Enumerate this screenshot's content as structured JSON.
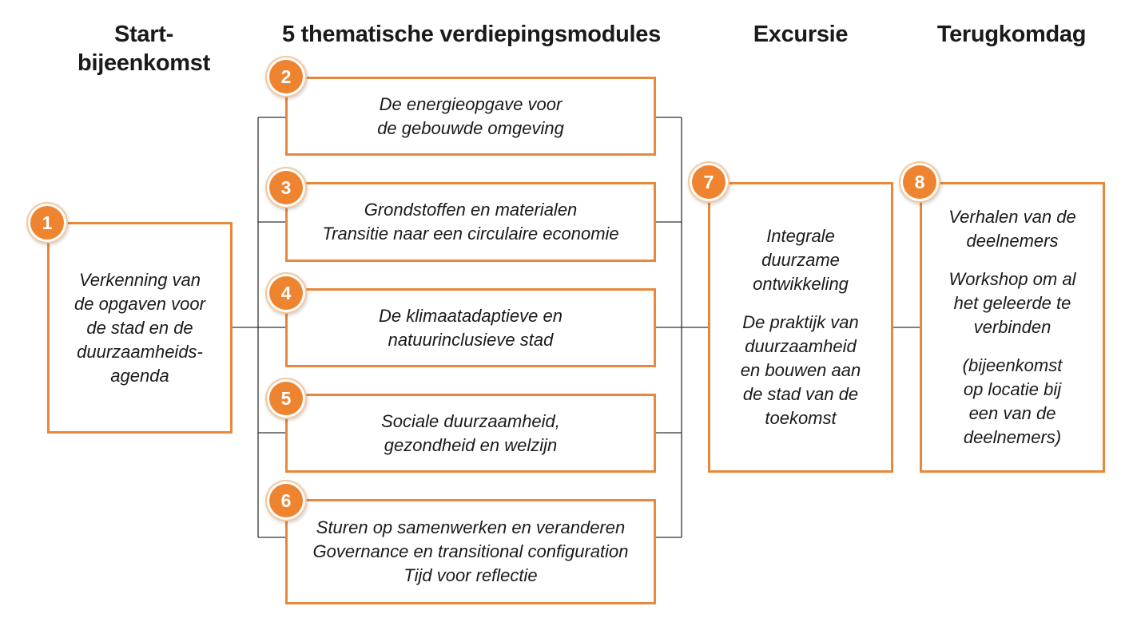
{
  "headings": {
    "start": [
      "Start-",
      "bijeenkomst"
    ],
    "modules": "5 thematische verdiepingsmodules",
    "excursion": "Excursie",
    "return_day": "Terugkomdag"
  },
  "steps": [
    {
      "number": "1",
      "paragraphs": [
        [
          "Verkenning van",
          "de opgaven voor",
          "de stad en de",
          "duurzaamheids-",
          "agenda"
        ]
      ]
    },
    {
      "number": "2",
      "paragraphs": [
        [
          "De energieopgave voor",
          "de gebouwde omgeving"
        ]
      ]
    },
    {
      "number": "3",
      "paragraphs": [
        [
          "Grondstoffen en materialen",
          "Transitie naar een circulaire economie"
        ]
      ]
    },
    {
      "number": "4",
      "paragraphs": [
        [
          "De klimaatadaptieve en",
          "natuurinclusieve stad"
        ]
      ]
    },
    {
      "number": "5",
      "paragraphs": [
        [
          "Sociale duurzaamheid,",
          "gezondheid en welzijn"
        ]
      ]
    },
    {
      "number": "6",
      "paragraphs": [
        [
          "Sturen op samenwerken en veranderen",
          "Governance en transitional configuration",
          "Tijd voor reflectie"
        ]
      ]
    },
    {
      "number": "7",
      "paragraphs": [
        [
          "Integrale",
          "duurzame",
          "ontwikkeling"
        ],
        [
          "De praktijk van",
          "duurzaamheid",
          "en bouwen aan",
          "de stad van de",
          "toekomst"
        ]
      ]
    },
    {
      "number": "8",
      "paragraphs": [
        [
          "Verhalen van de",
          "deelnemers"
        ],
        [
          "Workshop om al",
          "het geleerde te",
          "verbinden"
        ],
        [
          "(bijeenkomst",
          "op locatie bij",
          "een van de",
          "deelnemers)"
        ]
      ]
    }
  ],
  "colors": {
    "box_border": "#e8883a",
    "badge_fill": "#ee8430",
    "connector": "#333333",
    "text": "#1a1a1a"
  }
}
